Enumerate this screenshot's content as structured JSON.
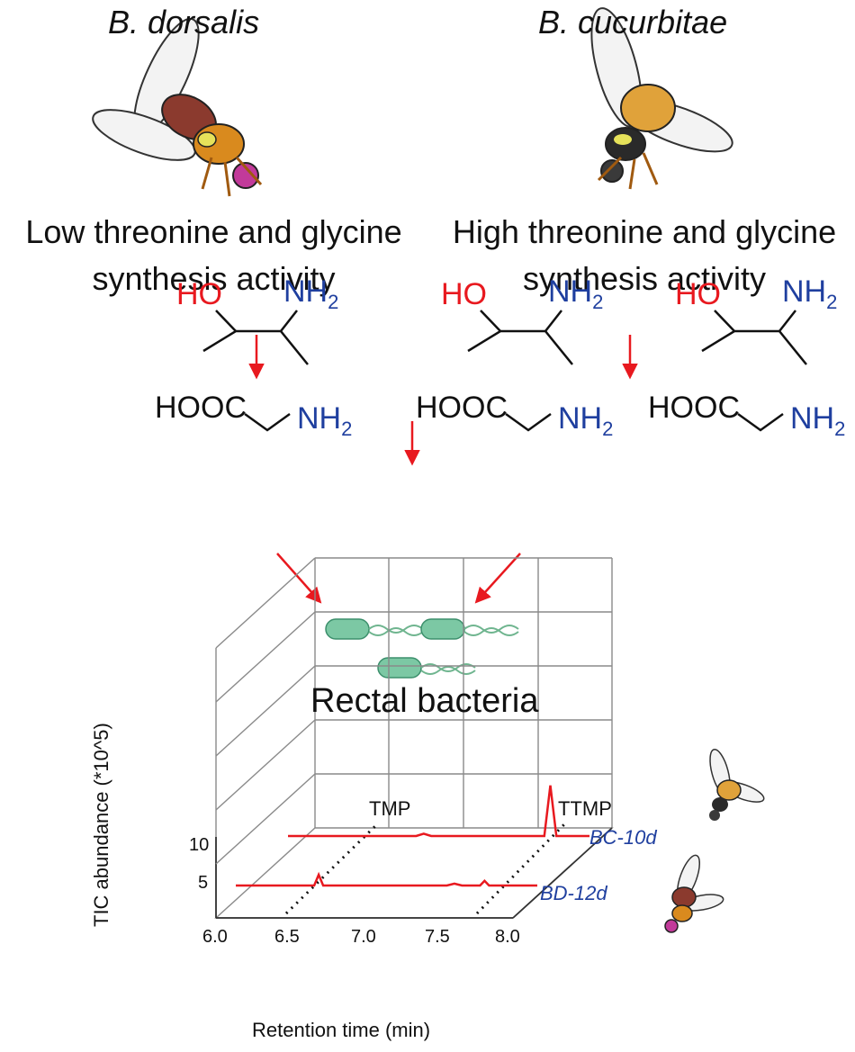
{
  "left": {
    "species": "B. dorsalis",
    "activity_line1": "Low threonine and glycine",
    "activity_line2": "synthesis activity"
  },
  "right": {
    "species": "B. cucurbitae",
    "activity_line1": "High threonine and glycine",
    "activity_line2": "synthesis activity"
  },
  "chem": {
    "acid": "HOOC",
    "amine": "NH",
    "amine_sub": "2",
    "hydroxyl": "HO"
  },
  "bacteria_label": "Rectal  bacteria",
  "colors": {
    "arrow": "#e8191f",
    "amine": "#1f3f9f",
    "hydroxyl": "#e8191f",
    "trace": "#e8191f"
  },
  "chart_data": {
    "type": "line",
    "xlabel": "Retention time (min)",
    "ylabel": "TIC abundance (*10^5)",
    "x_ticks": [
      "6.0",
      "6.5",
      "7.0",
      "7.5",
      "8.0"
    ],
    "y_ticks": [
      "5",
      "10"
    ],
    "xlim": [
      6.0,
      8.0
    ],
    "annotations": [
      "TMP",
      "TTMP"
    ],
    "series": [
      {
        "name": "BC-10d",
        "x": [
          6.0,
          6.85,
          6.9,
          6.95,
          7.7,
          7.74,
          7.78,
          8.0
        ],
        "values": [
          0.2,
          0.2,
          0.7,
          0.2,
          0.2,
          11.0,
          0.2,
          0.2
        ]
      },
      {
        "name": "BD-12d",
        "x": [
          6.0,
          6.52,
          6.55,
          6.58,
          7.4,
          7.45,
          7.5,
          7.62,
          7.65,
          7.68,
          8.0
        ],
        "values": [
          0.2,
          0.2,
          2.5,
          0.2,
          0.2,
          0.6,
          0.2,
          0.2,
          1.2,
          0.2,
          0.2
        ]
      }
    ]
  }
}
